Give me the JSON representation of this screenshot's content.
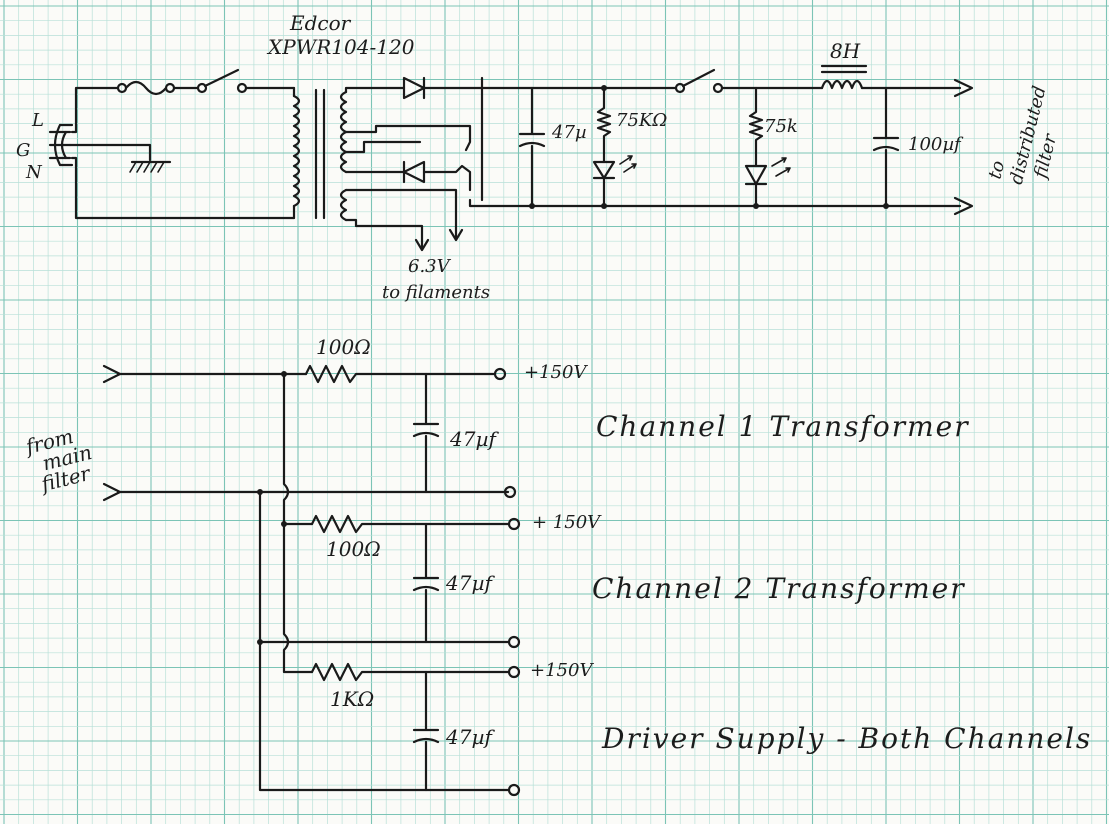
{
  "transformer": {
    "brand": "Edcor",
    "model": "XPWR104-120"
  },
  "mains": {
    "line": "L",
    "ground": "G",
    "neutral": "N"
  },
  "filament": {
    "voltage": "6.3V",
    "note": "to filaments"
  },
  "main_filter": {
    "cap1": "47µ",
    "bleeder": "75KΩ",
    "led_resistor": "75k",
    "choke": "8H",
    "cap2": "100µf",
    "output_note_1": "to",
    "output_note_2": "distributed",
    "output_note_3": "filter"
  },
  "input_note": {
    "line1": "from",
    "line2": "main",
    "line3": "filter"
  },
  "channels": [
    {
      "resistor": "100Ω",
      "cap": "47µf",
      "voltage": "+150V",
      "name": "Channel 1 Transformer"
    },
    {
      "resistor": "100Ω",
      "cap": "47µf",
      "voltage": "+ 150V",
      "name": "Channel 2 Transformer"
    },
    {
      "resistor": "1KΩ",
      "cap": "47µf",
      "voltage": "+150V",
      "name": "Driver Supply - Both Channels"
    }
  ],
  "colors": {
    "paper": "#fbfbf8",
    "grid_minor": "#b8e0d8",
    "grid_major": "#7cc4b6",
    "ink": "#1a1a1a"
  }
}
